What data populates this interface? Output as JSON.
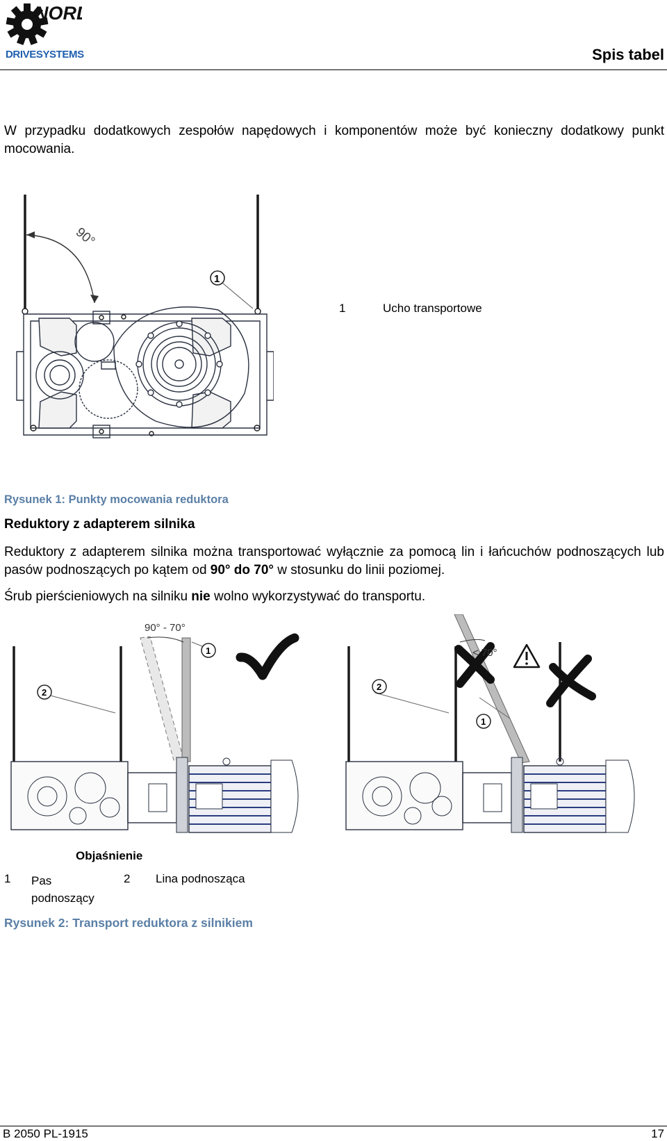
{
  "header": {
    "logo_text": "NORD",
    "logo_sub": "DRIVESYSTEMS",
    "title": "Spis tabel"
  },
  "intro": "W przypadku dodatkowych zespołów napędowych i komponentów może być konieczny dodatkowy punkt mocowania.",
  "figure1": {
    "angle_label": "90°",
    "callout": "1",
    "legend": {
      "num": "1",
      "text": "Ucho transportowe"
    },
    "caption": "Rysunek 1: Punkty mocowania reduktora"
  },
  "section": {
    "heading": "Reduktory z adapterem silnika",
    "para1_a": "Reduktory z adapterem silnika można transportować wyłącznie za pomocą lin i łańcuchów podnoszących lub pasów podnoszących po kątem od ",
    "para1_b": "90° do 70°",
    "para1_c": " w stosunku do linii poziomej.",
    "para2_a": "Śrub pierścieniowych na silniku ",
    "para2_b": "nie",
    "para2_c": " wolno wykorzystywać do transportu."
  },
  "figure2": {
    "left_angle": "90° - 70°",
    "right_angle": "< 70°",
    "callout1": "1",
    "callout2": "2",
    "legend_title": "Objaśnienie",
    "legend": [
      {
        "num": "1",
        "text": "Pas podnoszący"
      },
      {
        "num": "2",
        "text": "Lina podnosząca"
      }
    ],
    "caption": "Rysunek 2: Transport reduktora z silnikiem"
  },
  "footer": {
    "doc_id": "B 2050 PL-1915",
    "page": "17"
  }
}
